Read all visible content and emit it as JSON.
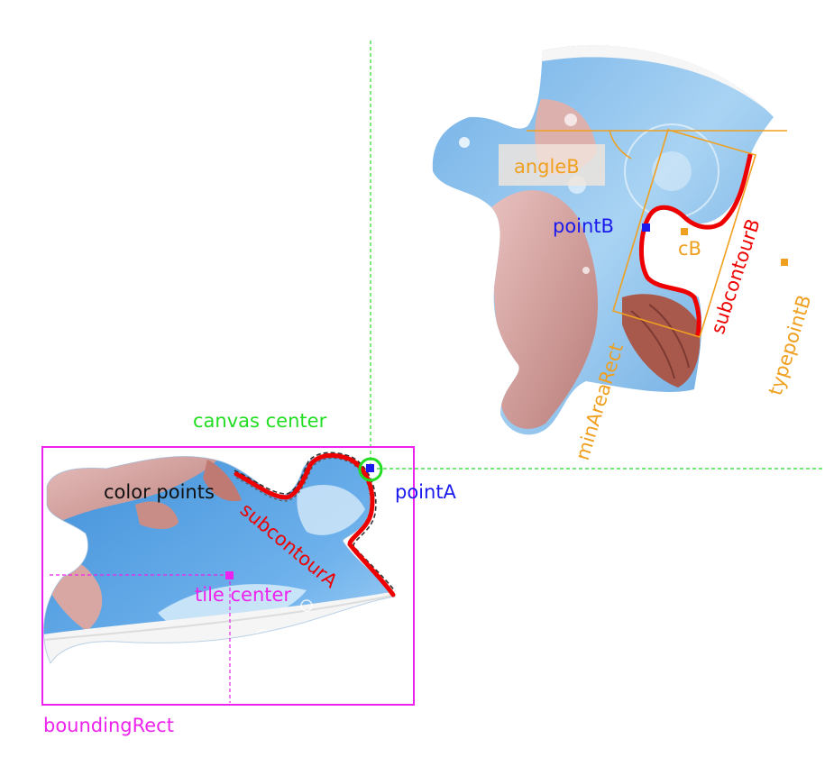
{
  "labels": {
    "canvas_center": "canvas center",
    "color_points": "color points",
    "point_a": "pointA",
    "subcontour_a": "subcontourA",
    "tile_center": "tile center",
    "bounding_rect": "boundingRect",
    "angle_b": "angleB",
    "point_b": "pointB",
    "c_b": "cB",
    "subcontour_b": "subcontourB",
    "min_area_rect": "minAreaRect",
    "typepoint_b": "typepointB"
  },
  "colors": {
    "canvas_center": "#22dd22",
    "bounding": "#ee22ee",
    "contour": "#ee0000",
    "point": "#1a1aee",
    "rect": "#f0a020",
    "text_dark": "#111111",
    "sky": "#5aa6e6",
    "sky_light": "#a6d2f2",
    "skin": "#d9a8a6",
    "skin_dark": "#a85a50",
    "border_white": "#f6f6f6"
  }
}
